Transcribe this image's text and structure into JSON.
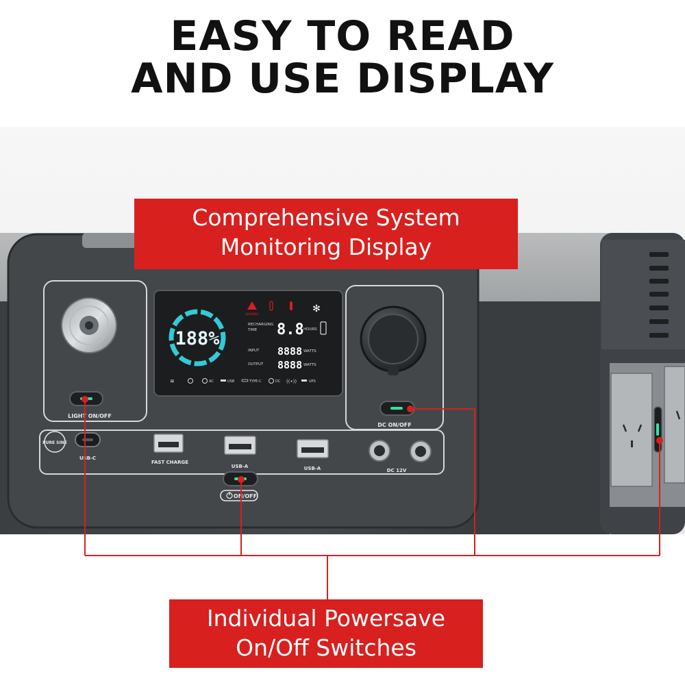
{
  "headline": {
    "line1": "EASY TO READ",
    "line2": "AND USE DISPLAY"
  },
  "callouts": {
    "top": {
      "line1": "Comprehensive System",
      "line2": "Monitoring Display"
    },
    "bottom": {
      "line1": "Individual Powersave",
      "line2": "On/Off Switches"
    }
  },
  "device": {
    "labels": {
      "light": "LIGHT ON/OFF",
      "dc_switch": "DC ON/OFF",
      "usb_c": "USB-C",
      "fast_charge": "FAST CHARGE",
      "usb_a_1": "USB-A",
      "usb_a_2": "USB-A",
      "dc_12v": "DC 12V",
      "main_switch": "ON/OFF",
      "pure_sine": "PURE SINE"
    },
    "lcd": {
      "battery": "188%",
      "recharging_label_1": "RECHARGING",
      "recharging_label_2": "TIME",
      "hours_value": "8.8",
      "hours_unit": "HOURS",
      "input_label": "INPUT",
      "output_label": "OUTPUT",
      "input_value": "8888",
      "output_value": "8888",
      "watts_unit_1": "WATTS",
      "watts_unit_2": "WATTS",
      "status_ac": "AC",
      "status_usb": "USB",
      "status_typec": "TYPE-C",
      "status_dc": "DC",
      "status_ups": "UPS",
      "warning_text": "WARNING"
    }
  },
  "colors": {
    "accent_red": "#d8201f",
    "lcd_cyan": "#35c9d6",
    "switch_green": "#2ee6a0",
    "panel_dark": "#3a3d40"
  }
}
